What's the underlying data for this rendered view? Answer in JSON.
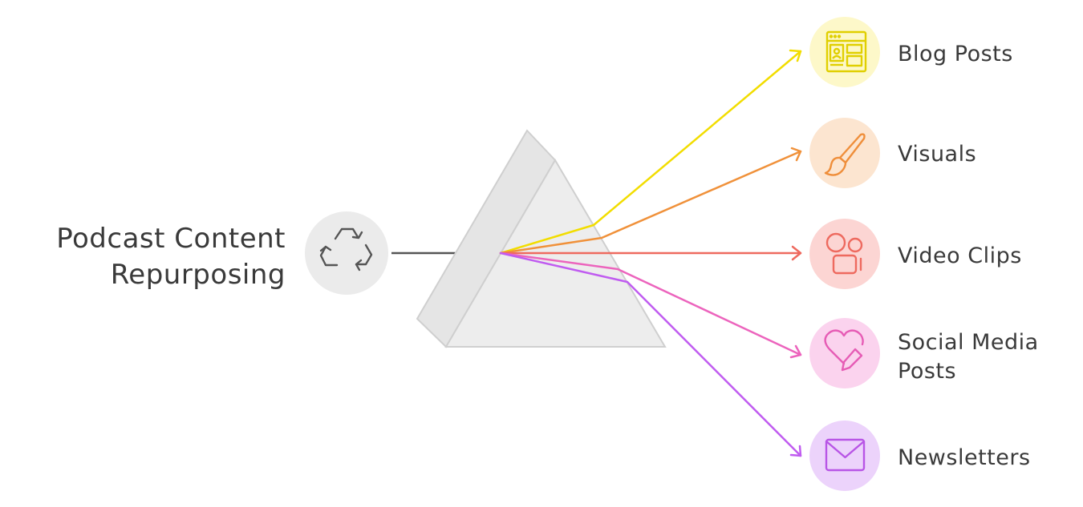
{
  "diagram": {
    "title_line1": "Podcast Content",
    "title_line2": "Repurposing",
    "source_icon": "recycle-icon",
    "outputs": [
      {
        "key": "blog",
        "label": "Blog Posts",
        "icon": "blog-layout-icon",
        "color": "#e6d800",
        "circle": "#fdf8c9"
      },
      {
        "key": "visuals",
        "label": "Visuals",
        "icon": "paintbrush-icon",
        "color": "#f0913a",
        "circle": "#fce5d0"
      },
      {
        "key": "video",
        "label": "Video Clips",
        "icon": "video-call-icon",
        "color": "#ee6a5f",
        "circle": "#fcd5d3"
      },
      {
        "key": "social",
        "label_line1": "Social Media",
        "label_line2": "Posts",
        "icon": "heart-edit-icon",
        "color": "#e65cb5",
        "circle": "#fbd3ee"
      },
      {
        "key": "newsletters",
        "label": "Newsletters",
        "icon": "envelope-icon",
        "color": "#b855e6",
        "circle": "#ecd3fb"
      }
    ]
  }
}
